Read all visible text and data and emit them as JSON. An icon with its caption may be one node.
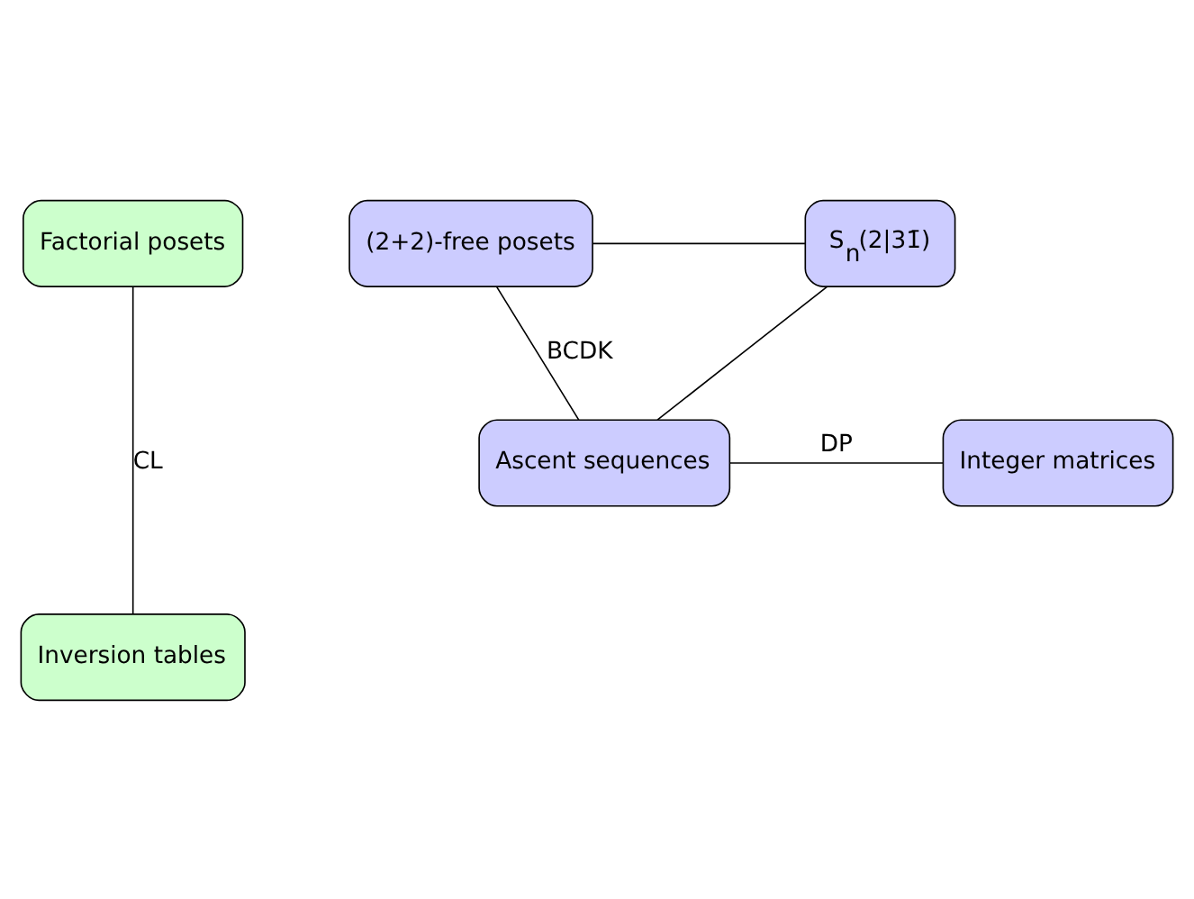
{
  "diagram": {
    "nodes": [
      {
        "text": [
          "Factorial posets"
        ]
      },
      {
        "text": [
          "(2+2)-free posets"
        ]
      },
      {
        "text": [
          "S$_{n}$(2|31̄)"
        ]
      },
      {
        "text": [
          "Ascent sequences"
        ]
      },
      {
        "text": [
          "Integer matrices"
        ]
      },
      {
        "text": [
          "Inversion tables"
        ]
      }
    ],
    "edges": [
      {
        "from": 0,
        "to": 5,
        "arrow": "none",
        "label": "CL"
      },
      {
        "from": 1,
        "to": 2,
        "arrow": "none"
      },
      {
        "from": 1,
        "to": 3,
        "arrow": "none",
        "label": "BCDK"
      },
      {
        "from": 2,
        "to": 3,
        "arrow": "none"
      },
      {
        "from": 3,
        "to": 4,
        "arrow": "none",
        "label": "DP"
      }
    ]
  }
}
